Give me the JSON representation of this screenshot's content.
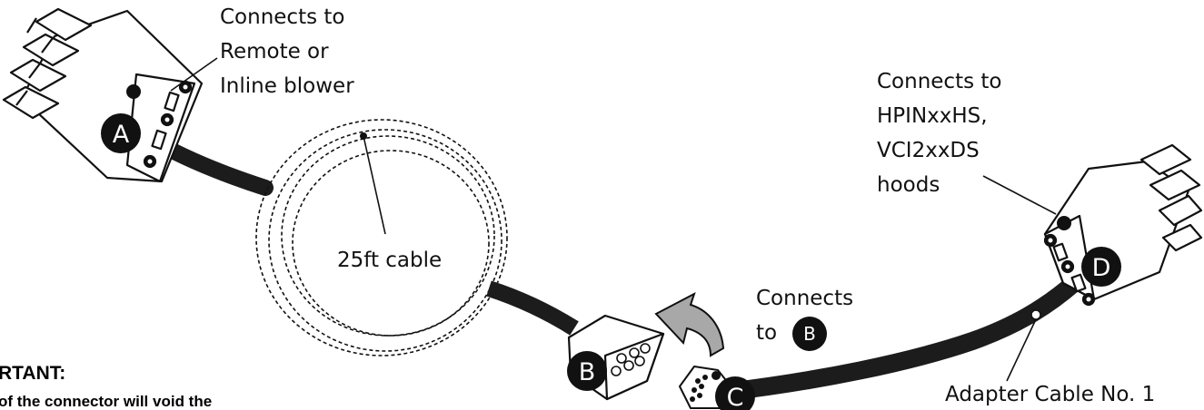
{
  "labels": {
    "a_line1": "Connects to",
    "a_line2": "Remote or",
    "a_line3": "Inline blower",
    "d_line1": "Connects to",
    "d_line2": "HPINxxHS,",
    "d_line3": "VCI2xxDS",
    "d_line4": "hoods",
    "coil": "25ft cable",
    "c_line1": "Connects",
    "c_line2": "to",
    "adapter": "Adapter Cable No. 1"
  },
  "important": {
    "title": "RTANT:",
    "body": "of the connector will void the"
  },
  "badges": {
    "a": "A",
    "b": "B",
    "b_small": "B",
    "c": "C",
    "d": "D"
  },
  "colors": {
    "cable": "#1c1c1c",
    "badge": "#111111",
    "outline": "#111111",
    "connector_fill": "#ffffff",
    "arrow_fill": "#a8a8a8"
  }
}
